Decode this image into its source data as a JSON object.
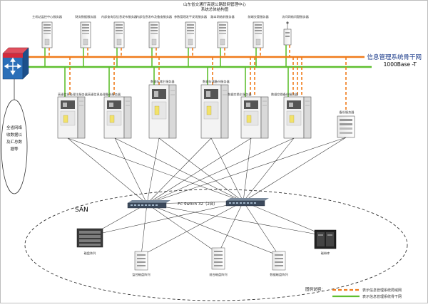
{
  "title": {
    "line1": "山东省交通厅高速公路联网管理中心",
    "line2": "系统总体结构图"
  },
  "top_servers": [
    {
      "label": "主机站监控中心服务器"
    },
    {
      "label": "财务数据服务器"
    },
    {
      "label": "内部查询及信息发布服务器"
    },
    {
      "label": "内部信息发布及备查服务器"
    },
    {
      "label": "参数管理发平发现服务器"
    },
    {
      "label": "路本网络前服务器"
    },
    {
      "label": "前端交管服务器"
    },
    {
      "label": "访问网络问题服务器"
    }
  ],
  "backbone": {
    "label": "信息管理系统骨干网",
    "sublabel": "1000Base  -T"
  },
  "left_note": "全省网络收数据以及汇总数据等",
  "cluster_servers": [
    {
      "label": "高速信息处理主服务器"
    },
    {
      "label": "高速信息处理备份服务器"
    },
    {
      "label": "数据存储主服务器"
    },
    {
      "label": "数据存储备份服务器"
    },
    {
      "label": "数据交换主服务器"
    },
    {
      "label": "数据交换备份服务器"
    }
  ],
  "backup_server": {
    "label": "备份服务器"
  },
  "san": {
    "label": "SAN",
    "fc_switch_label": "FC Switch 32（2台）",
    "storage": [
      {
        "label": "磁盘阵列"
      },
      {
        "label": "监控磁盘阵列"
      },
      {
        "label": "前台磁盘阵列"
      },
      {
        "label": "数据磁盘阵列"
      },
      {
        "label": "磁带库"
      }
    ]
  },
  "legend": {
    "title": "图例说明：",
    "items": [
      {
        "label": "表示信息管理系统局域网",
        "color": "#f07b1a",
        "style": "dashed"
      },
      {
        "label": "表示信息管理系统骨干网",
        "color": "#5fbf2f",
        "style": "solid"
      }
    ]
  },
  "colors": {
    "backbone_orange": "#f07b1a",
    "backbone_green": "#5fbf2f",
    "router_red": "#d42a3a",
    "router_blue": "#2b6fb8"
  }
}
